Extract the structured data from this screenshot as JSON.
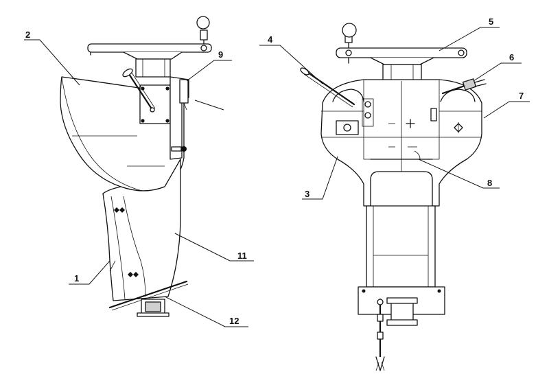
{
  "labels": {
    "l1": "1",
    "l2": "2",
    "l3": "3",
    "l4": "4",
    "l5": "5",
    "l6": "6",
    "l7": "7",
    "l8": "8",
    "l9": "9",
    "l11": "11",
    "l12": "12"
  }
}
